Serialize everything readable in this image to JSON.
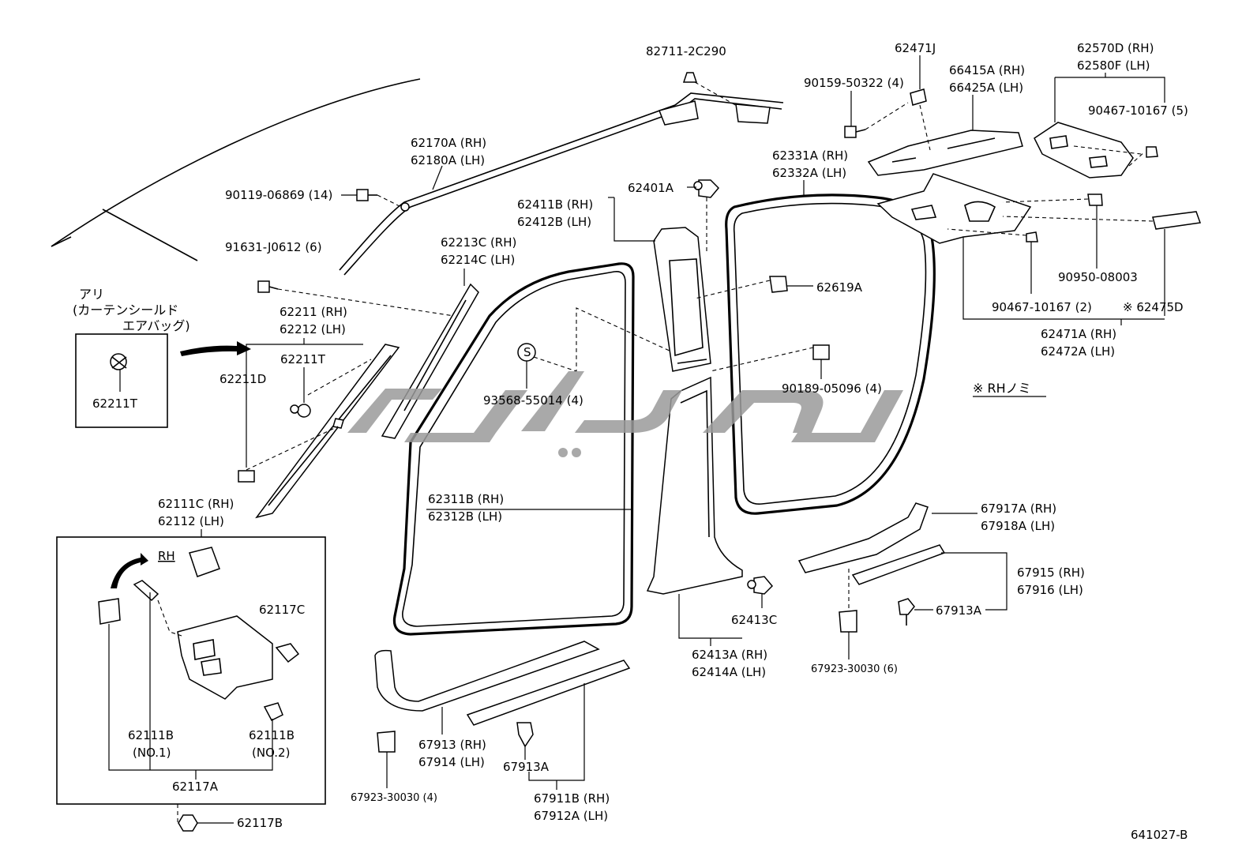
{
  "diagram_code": "641027-B",
  "japanese": {
    "airbag_line1": "アリ",
    "airbag_line2": "(カーテンシールド",
    "airbag_line3": "エアバッグ)",
    "rh_only_note": "※ RHノミ"
  },
  "labels": {
    "p82711": "82711-2C290",
    "p62471J": "62471J",
    "p62570D": "62570D (RH)",
    "p62580F": "62580F (LH)",
    "p90159": "90159-50322 (4)",
    "p66415A": "66415A (RH)",
    "p66425A": "66425A (LH)",
    "p90467_5": "90467-10167 (5)",
    "p62170A": "62170A (RH)",
    "p62180A": "62180A (LH)",
    "p62331A": "62331A (RH)",
    "p62332A": "62332A (LH)",
    "p90119": "90119-06869 (14)",
    "p62401A": "62401A",
    "p62411B": "62411B (RH)",
    "p62412B": "62412B (LH)",
    "p91631": "91631-J0612 (6)",
    "p62213C": "62213C (RH)",
    "p62214C": "62214C (LH)",
    "p62619A": "62619A",
    "p90950": "90950-08003",
    "p90467_2": "90467-10167 (2)",
    "p62475D": "※ 62475D",
    "p62211": "62211 (RH)",
    "p62212": "62212 (LH)",
    "p62211T_a": "62211T",
    "p62211T_b": "62211T",
    "p62211D": "62211D",
    "p62471A": "62471A (RH)",
    "p62472A": "62472A (LH)",
    "p93568": "93568-55014 (4)",
    "p90189": "90189-05096 (4)",
    "s_mark": "S",
    "p62311B": "62311B (RH)",
    "p62312B": "62312B (LH)",
    "p62111C": "62111C (RH)",
    "p62112": "62112  (LH)",
    "rh": "RH",
    "p67917A": "67917A (RH)",
    "p67918A": "67918A (LH)",
    "p62117C": "62117C",
    "p67915": "67915 (RH)",
    "p67916": "67916 (LH)",
    "p62413C": "62413C",
    "p67913A_r": "67913A",
    "p62413A": "62413A (RH)",
    "p62414A": "62414A (LH)",
    "p67923_6": "67923-30030 (6)",
    "p62111B_1": "62111B",
    "p62111B_1n": "(NO.1)",
    "p62111B_2": "62111B",
    "p62111B_2n": "(NO.2)",
    "p67913": "67913 (RH)",
    "p67914": "67914 (LH)",
    "p62117A": "62117A",
    "p67913A_l": "67913A",
    "p67923_4": "67923-30030 (4)",
    "p67911B": "67911B (RH)",
    "p67912A": "67912A (LH)",
    "p62117B": "62117B"
  }
}
